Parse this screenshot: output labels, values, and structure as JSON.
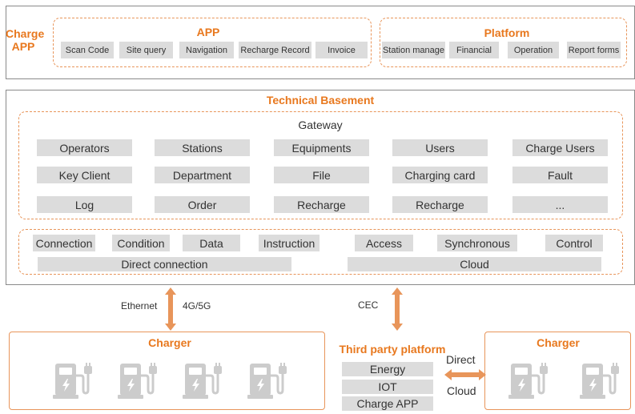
{
  "top": {
    "charge_app_label_line1": "Charge",
    "charge_app_label_line2": "APP",
    "app_title": "APP",
    "app_items": [
      "Scan Code",
      "Site query",
      "Navigation",
      "Recharge Record",
      "Invoice"
    ],
    "platform_title": "Platform",
    "platform_items": [
      "Station manage",
      "Financial",
      "Operation",
      "Report forms"
    ]
  },
  "basement": {
    "title": "Technical Basement",
    "gateway_label": "Gateway",
    "gateway_rows": [
      [
        "Operators",
        "Stations",
        "Equipments",
        "Users",
        "Charge Users"
      ],
      [
        "Key Client",
        "Department",
        "File",
        "Charging card",
        "Fault"
      ],
      [
        "Log",
        "Order",
        "Recharge",
        "Recharge",
        "..."
      ]
    ],
    "left_items": [
      "Connection",
      "Condition",
      "Data",
      "Instruction"
    ],
    "left_bar": "Direct connection",
    "right_items": [
      "Access",
      "Synchronous",
      "Control"
    ],
    "right_bar": "Cloud"
  },
  "links": {
    "ethernet": "Ethernet",
    "mobile": "4G/5G",
    "cec": "CEC",
    "direct": "Direct",
    "cloud": "Cloud"
  },
  "left_charger": {
    "title": "Charger",
    "icon_name": "charging-station-icon",
    "count": 4
  },
  "third_party": {
    "title": "Third party platform",
    "items": [
      "Energy",
      "IOT",
      "Charge APP"
    ]
  },
  "right_charger": {
    "title": "Charger",
    "icon_name": "charging-station-icon",
    "count": 2
  },
  "colors": {
    "accent": "#e8781e",
    "dashed_border": "#e8955a",
    "chip_bg": "#dcdcdc",
    "icon_gray": "#cccccc"
  }
}
